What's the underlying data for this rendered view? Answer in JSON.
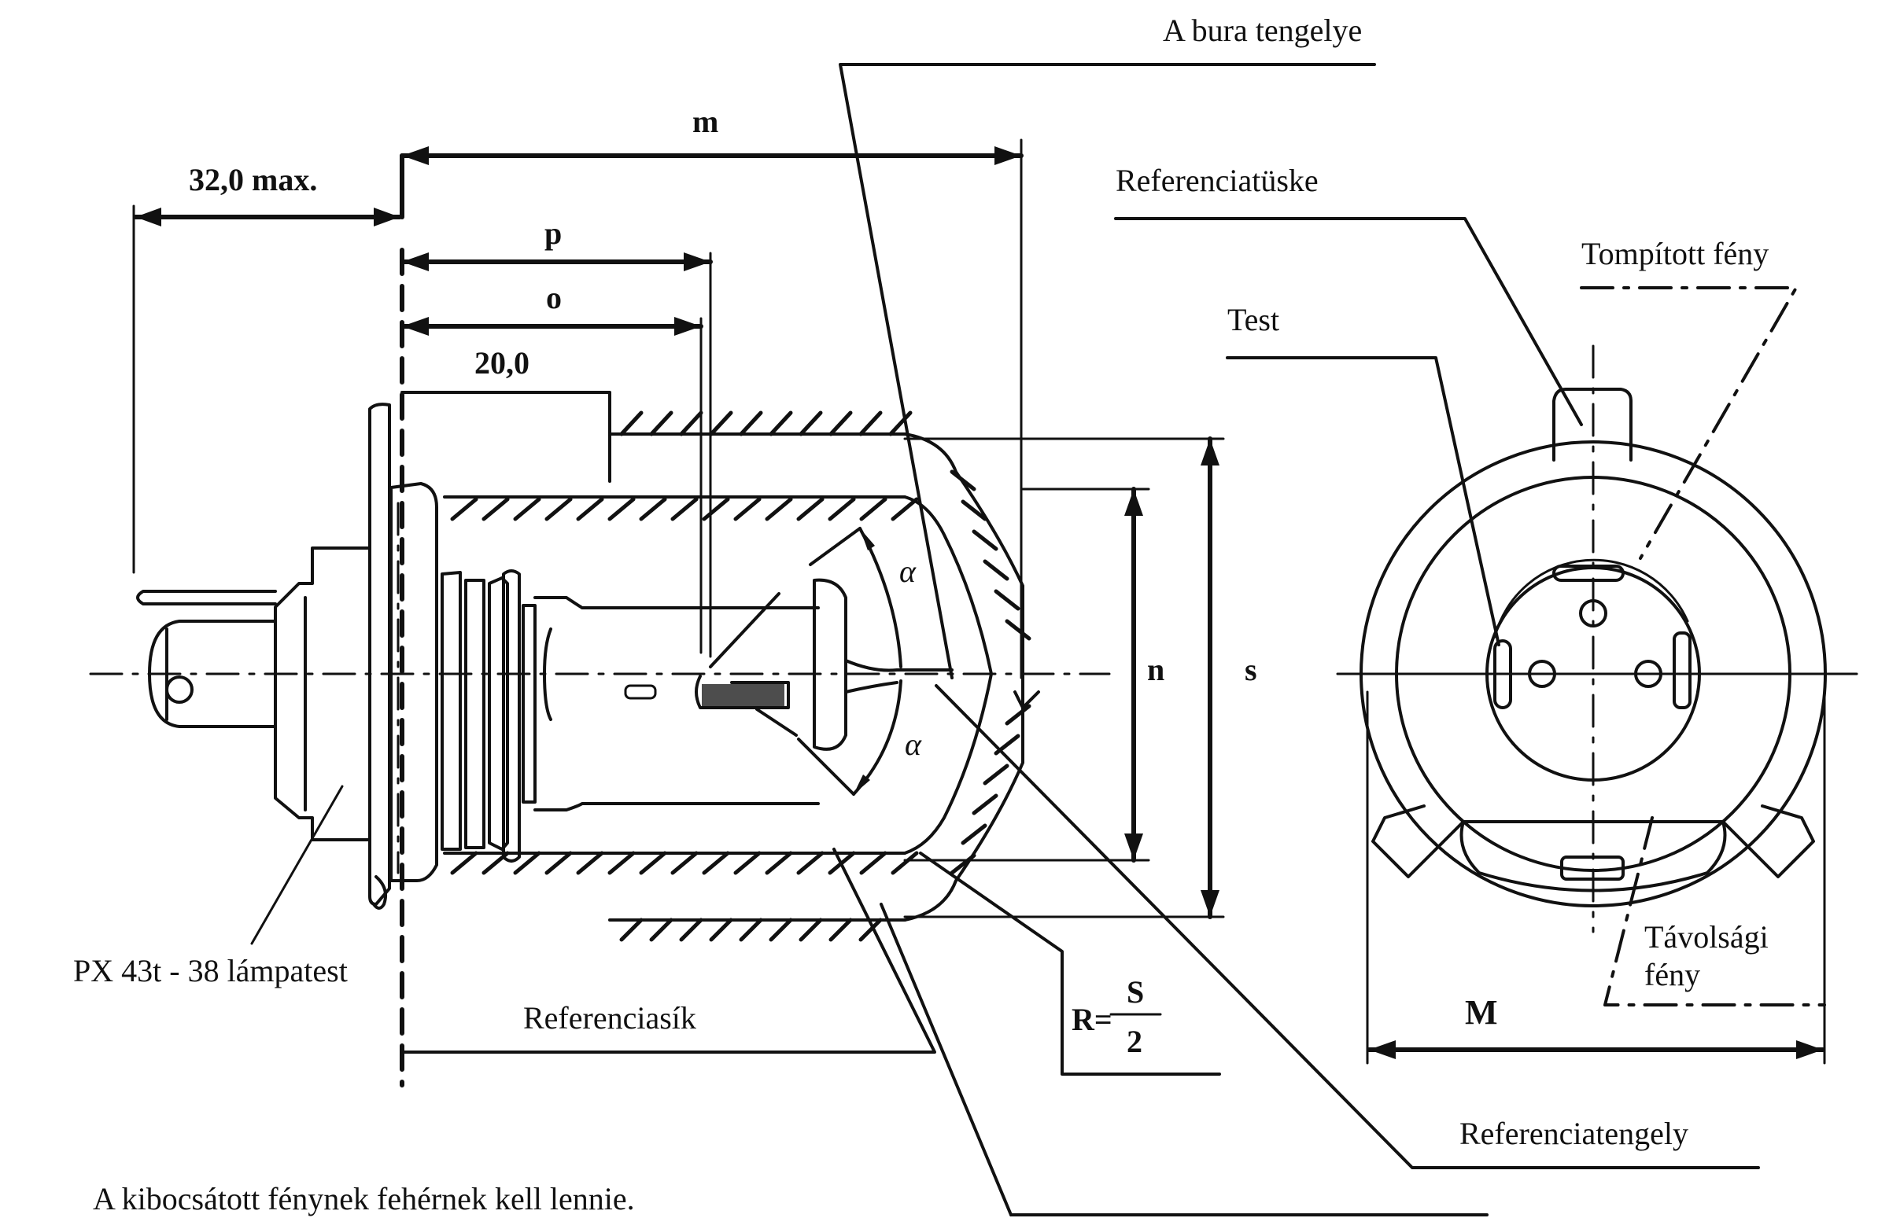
{
  "diagram": {
    "title_note": "A kibocsátott fénynek fehérnek kell lennie.",
    "side_view": {
      "dimensions": {
        "max_length_label": "32,0 max.",
        "m_label": "m",
        "p_label": "p",
        "o_label": "o",
        "twenty_label": "20,0",
        "n_label": "n",
        "s_label": "s",
        "alpha_upper": "α",
        "alpha_lower": "α",
        "radius_label_prefix": "R=",
        "radius_numerator": "S",
        "radius_denominator": "2"
      },
      "callouts": {
        "bulb_axis": "A bura tengelye",
        "lamp_cap": "PX 43t - 38 lámpatest",
        "reference_plane": "Referenciasík",
        "reference_axis": "Referenciatengely"
      }
    },
    "front_view": {
      "dimensions": {
        "M_label": "M"
      },
      "callouts": {
        "reference_pin": "Referenciatüske",
        "passing_beam": "Tompított fény",
        "body": "Test",
        "driving_beam_line1": "Távolsági",
        "driving_beam_line2": "fény"
      }
    }
  }
}
